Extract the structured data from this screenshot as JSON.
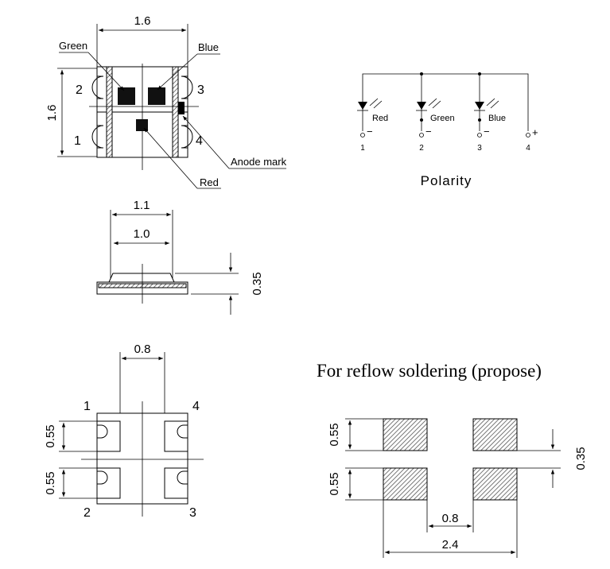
{
  "top_view": {
    "dim_width": "1.6",
    "dim_height": "1.6",
    "label_green": "Green",
    "label_blue": "Blue",
    "label_red": "Red",
    "label_anode": "Anode mark",
    "pin_1": "1",
    "pin_2": "2",
    "pin_3": "3",
    "pin_4": "4"
  },
  "side_view": {
    "dim_outer": "1.1",
    "dim_inner": "1.0",
    "dim_height": "0.35"
  },
  "polarity": {
    "title": "Polarity",
    "led_red": "Red",
    "led_green": "Green",
    "led_blue": "Blue",
    "minus": "−",
    "plus": "+",
    "pin_1": "1",
    "pin_2": "2",
    "pin_3": "3",
    "pin_4": "4"
  },
  "bottom_view": {
    "dim_gap": "0.8",
    "dim_pad_top": "0.55",
    "dim_pad_bottom": "0.55",
    "pin_1": "1",
    "pin_2": "2",
    "pin_3": "3",
    "pin_4": "4"
  },
  "reflow": {
    "title": "For reflow soldering (propose)",
    "dim_pad_top": "0.55",
    "dim_pad_bottom": "0.55",
    "dim_gap_v": "0.35",
    "dim_gap_h": "0.8",
    "dim_total": "2.4"
  }
}
